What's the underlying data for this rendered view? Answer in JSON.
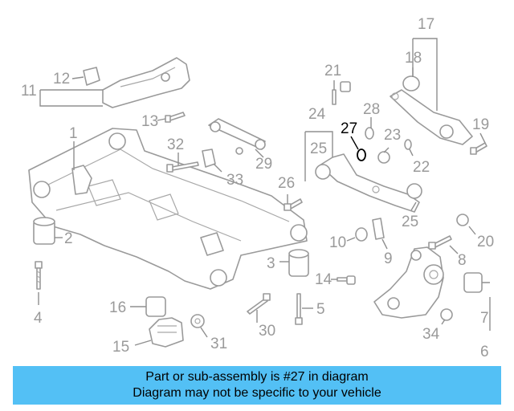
{
  "banner": {
    "line1": "Part or sub-assembly is #27 in diagram",
    "line2": "Diagram may not be specific to your vehicle",
    "color": "#53c0f5"
  },
  "highlighted_callout": "27",
  "callouts": [
    "1",
    "2",
    "3",
    "4",
    "5",
    "6",
    "7",
    "8",
    "9",
    "10",
    "11",
    "12",
    "13",
    "14",
    "15",
    "16",
    "17",
    "18",
    "19",
    "20",
    "21",
    "22",
    "23",
    "24",
    "25",
    "26",
    "27",
    "28",
    "29",
    "30",
    "31",
    "32",
    "33",
    "34"
  ]
}
